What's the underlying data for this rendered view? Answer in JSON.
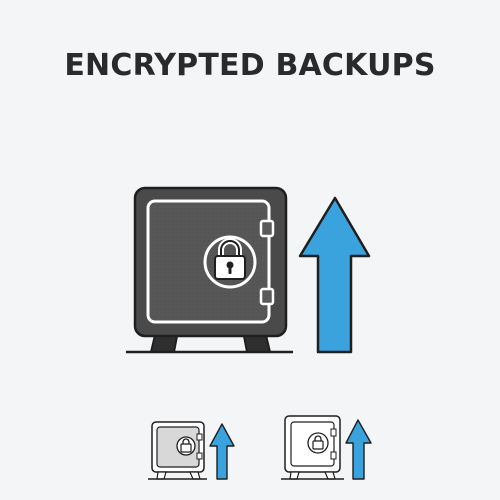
{
  "title": "ENCRYPTED BACKUPS",
  "illustration": {
    "main_icon": "safe-lock-icon",
    "arrow_icon": "arrow-up-icon",
    "variants": [
      "safe-with-arrow-filled-small",
      "safe-with-arrow-outline-small"
    ]
  },
  "colors": {
    "background": "#f4f5f7",
    "safe_body": "#4a4a4a",
    "safe_door": "#5a5a5a",
    "outline": "#1f1f1f",
    "arrow": "#3aa3dd",
    "text": "#2a2a2a"
  }
}
